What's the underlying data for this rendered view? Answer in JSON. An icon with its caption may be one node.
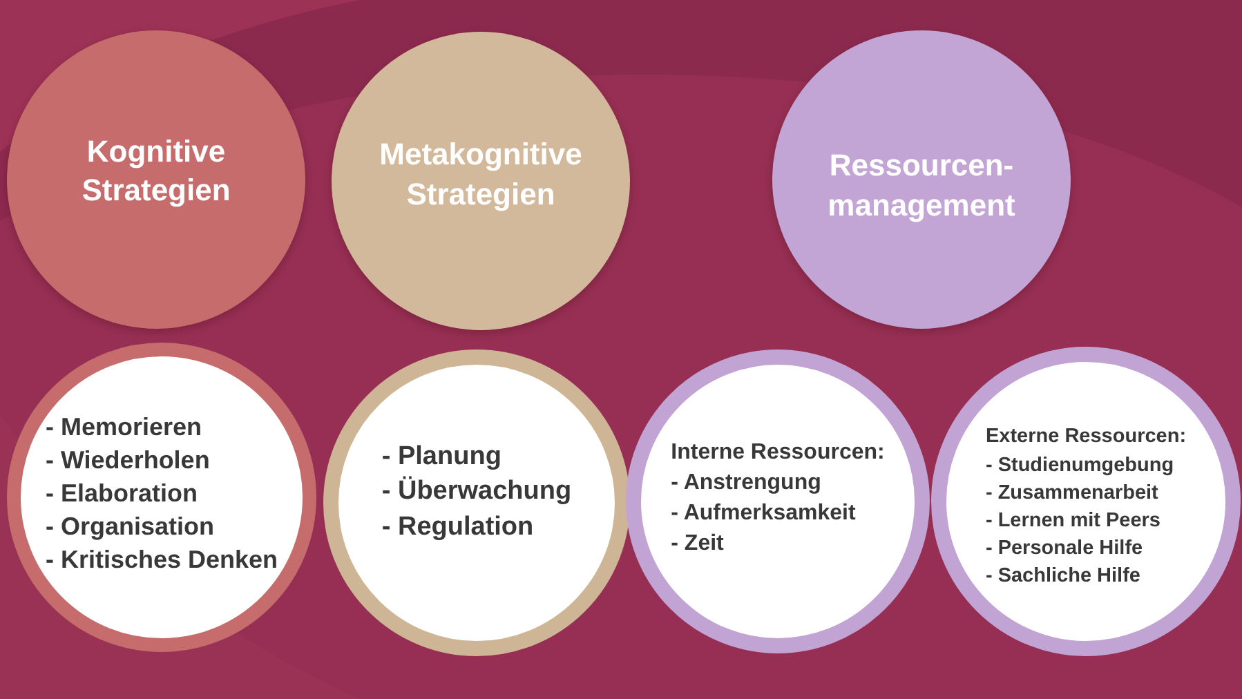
{
  "diagram": {
    "nodes": [
      {
        "text": [
          "Kognitive Strategien"
        ]
      },
      {
        "text": [
          "Metakognitive Strategien"
        ]
      },
      {
        "text": [
          "Ressourcen-management"
        ]
      },
      {
        "text": [
          "- Memorieren",
          "- Wiederholen",
          "- Elaboration",
          "- Organisation",
          "- Kritisches Denken"
        ]
      },
      {
        "text": [
          "- Planung",
          "- Überwachung",
          "- Regulation"
        ]
      },
      {
        "text": [
          "Interne Ressourcen:",
          "- Anstrengung",
          "- Aufmerksamkeit",
          "- Zeit"
        ]
      },
      {
        "text": [
          "Externe Ressourcen:",
          "- Studienumgebung",
          "- Zusammenarbeit",
          "- Lernen mit Peers",
          "- Personale Hilfe",
          "- Sachliche Hilfe"
        ]
      }
    ]
  }
}
